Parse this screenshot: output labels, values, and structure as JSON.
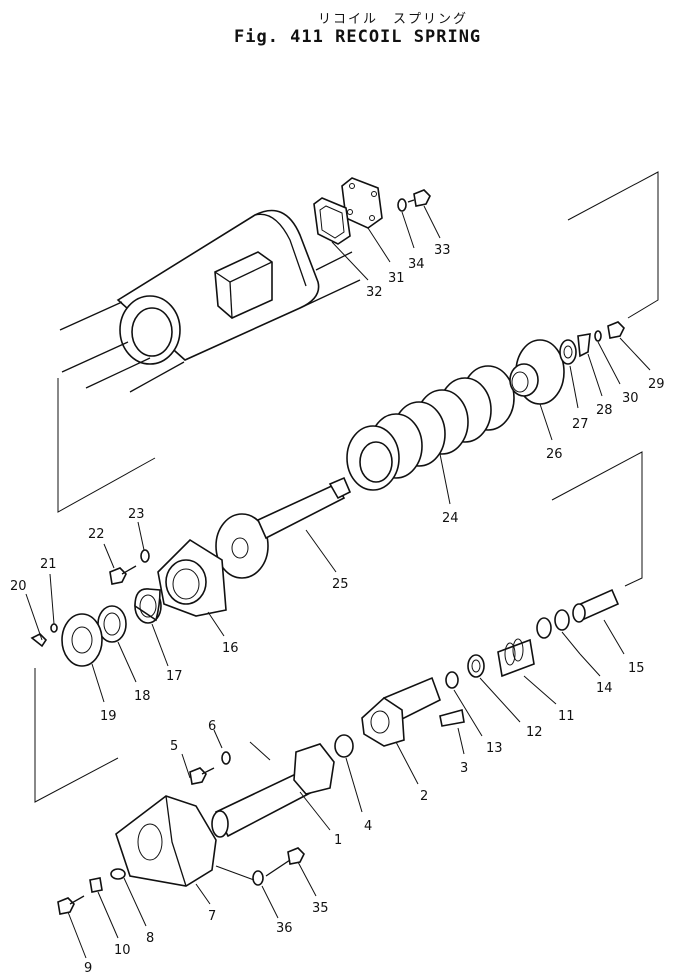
{
  "header": {
    "title_jp": "リコイル　スプリング",
    "title_en": "Fig. 411   RECOIL SPRING"
  },
  "callouts": [
    "1",
    "2",
    "3",
    "4",
    "5",
    "6",
    "7",
    "8",
    "9",
    "10",
    "11",
    "12",
    "13",
    "14",
    "15",
    "16",
    "17",
    "18",
    "19",
    "20",
    "21",
    "22",
    "23",
    "24",
    "25",
    "26",
    "27",
    "28",
    "29",
    "30",
    "31",
    "32",
    "33",
    "34",
    "35",
    "36"
  ],
  "icons": {
    "diagram": "exploded-parts-drawing"
  },
  "colors": {
    "ink": "#111111",
    "paper": "#ffffff"
  }
}
